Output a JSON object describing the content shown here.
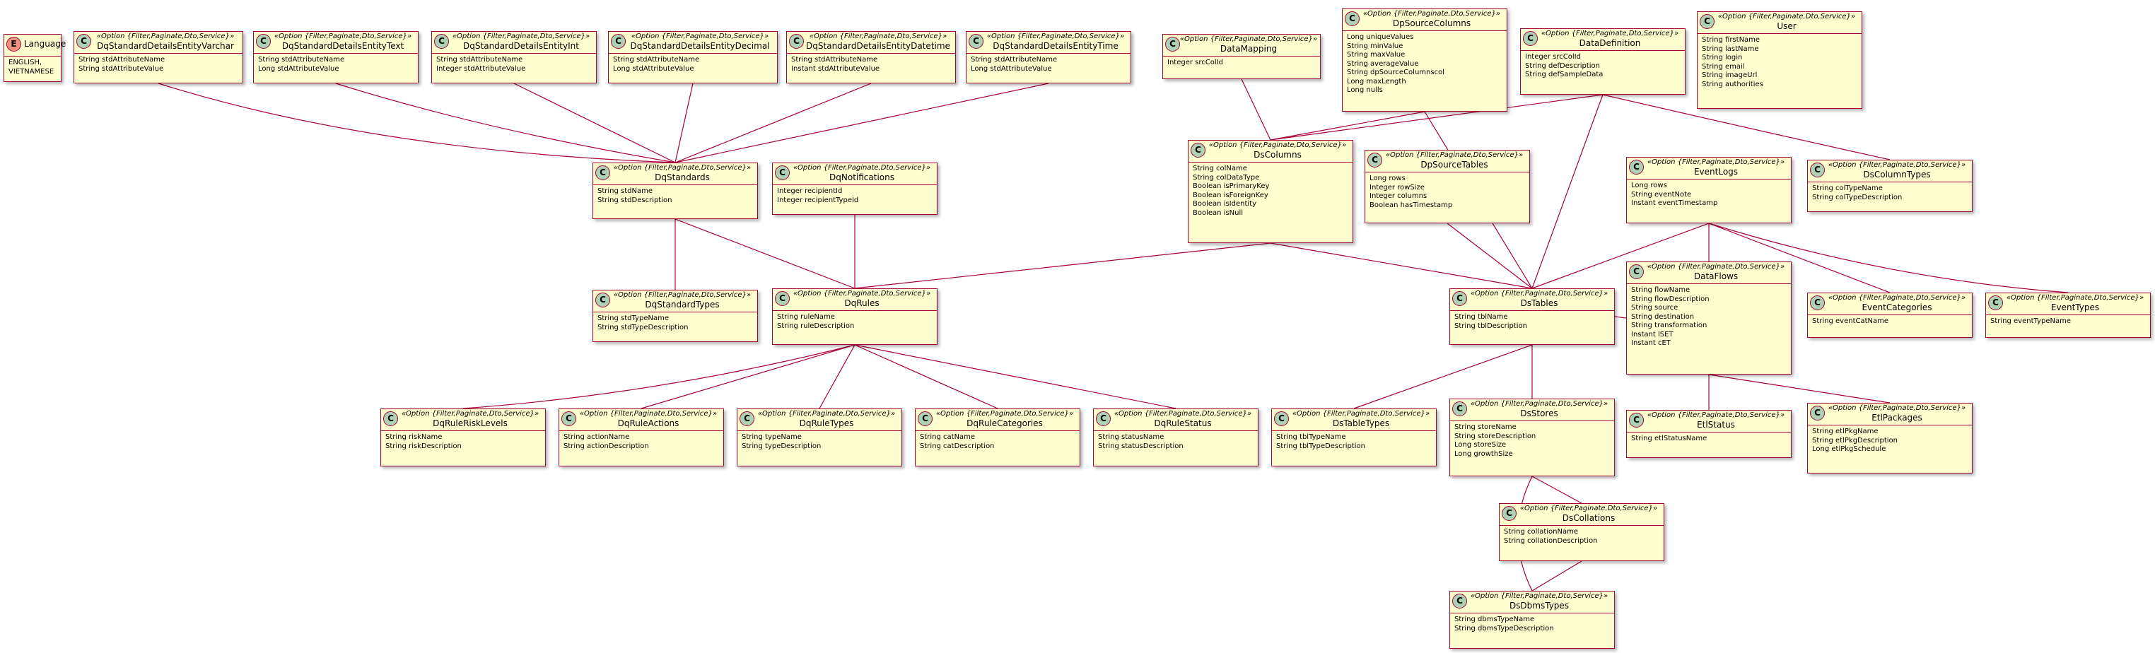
{
  "diagram": {
    "colors": {
      "class_fill": "#fefece",
      "class_border": "#a80036",
      "class_badge": "#add1b2",
      "enum_badge": "#eb937f",
      "edge": "#a80036"
    },
    "classes": [
      {
        "id": "Language",
        "kind": "enum",
        "badge": "E",
        "name": "Language",
        "stereotype": "",
        "attributes": [
          "ENGLISH,",
          "VIETNAMESE"
        ]
      },
      {
        "id": "DqStandardDetailsEntityVarchar",
        "kind": "class",
        "badge": "C",
        "name": "DqStandardDetailsEntityVarchar",
        "stereotype": "«Option {Filter,Paginate,Dto,Service}»",
        "attributes": [
          "String stdAttributeName",
          "String stdAttributeValue"
        ]
      },
      {
        "id": "DqStandardDetailsEntityText",
        "kind": "class",
        "badge": "C",
        "name": "DqStandardDetailsEntityText",
        "stereotype": "«Option {Filter,Paginate,Dto,Service}»",
        "attributes": [
          "String stdAttributeName",
          "Long stdAttributeValue"
        ]
      },
      {
        "id": "DqStandardDetailsEntityInt",
        "kind": "class",
        "badge": "C",
        "name": "DqStandardDetailsEntityInt",
        "stereotype": "«Option {Filter,Paginate,Dto,Service}»",
        "attributes": [
          "String stdAttributeName",
          "Integer stdAttributeValue"
        ]
      },
      {
        "id": "DqStandardDetailsEntityDecimal",
        "kind": "class",
        "badge": "C",
        "name": "DqStandardDetailsEntityDecimal",
        "stereotype": "«Option {Filter,Paginate,Dto,Service}»",
        "attributes": [
          "String stdAttributeName",
          "Long stdAttributeValue"
        ]
      },
      {
        "id": "DqStandardDetailsEntityDatetime",
        "kind": "class",
        "badge": "C",
        "name": "DqStandardDetailsEntityDatetime",
        "stereotype": "«Option {Filter,Paginate,Dto,Service}»",
        "attributes": [
          "String stdAttributeName",
          "Instant stdAttributeValue"
        ]
      },
      {
        "id": "DqStandardDetailsEntityTime",
        "kind": "class",
        "badge": "C",
        "name": "DqStandardDetailsEntityTime",
        "stereotype": "«Option {Filter,Paginate,Dto,Service}»",
        "attributes": [
          "String stdAttributeName",
          "Long stdAttributeValue"
        ]
      },
      {
        "id": "DataMapping",
        "kind": "class",
        "badge": "C",
        "name": "DataMapping",
        "stereotype": "«Option {Filter,Paginate,Dto,Service}»",
        "attributes": [
          "Integer srcColId"
        ]
      },
      {
        "id": "DpSourceColumns",
        "kind": "class",
        "badge": "C",
        "name": "DpSourceColumns",
        "stereotype": "«Option {Filter,Paginate,Dto,Service}»",
        "attributes": [
          "Long uniqueValues",
          "String minValue",
          "String maxValue",
          "String averageValue",
          "String dpSourceColumnscol",
          "Long maxLength",
          "Long nulls"
        ]
      },
      {
        "id": "DataDefinition",
        "kind": "class",
        "badge": "C",
        "name": "DataDefinition",
        "stereotype": "«Option {Filter,Paginate,Dto,Service}»",
        "attributes": [
          "Integer srcColId",
          "String defDescription",
          "String defSampleData"
        ]
      },
      {
        "id": "User",
        "kind": "class",
        "badge": "C",
        "name": "User",
        "stereotype": "«Option {Filter,Paginate,Dto,Service}»",
        "attributes": [
          "String firstName",
          "String lastName",
          "String login",
          "String email",
          "String imageUrl",
          "String authorities"
        ]
      },
      {
        "id": "DqStandards",
        "kind": "class",
        "badge": "C",
        "name": "DqStandards",
        "stereotype": "«Option {Filter,Paginate,Dto,Service}»",
        "attributes": [
          "String stdName",
          "String stdDescription"
        ]
      },
      {
        "id": "DqNotifications",
        "kind": "class",
        "badge": "C",
        "name": "DqNotifications",
        "stereotype": "«Option {Filter,Paginate,Dto,Service}»",
        "attributes": [
          "Integer recipientId",
          "Integer recipientTypeId"
        ]
      },
      {
        "id": "DsColumns",
        "kind": "class",
        "badge": "C",
        "name": "DsColumns",
        "stereotype": "«Option {Filter,Paginate,Dto,Service}»",
        "attributes": [
          "String colName",
          "String colDataType",
          "Boolean isPrimaryKey",
          "Boolean isForeignKey",
          "Boolean isIdentity",
          "Boolean isNull"
        ]
      },
      {
        "id": "DpSourceTables",
        "kind": "class",
        "badge": "C",
        "name": "DpSourceTables",
        "stereotype": "«Option {Filter,Paginate,Dto,Service}»",
        "attributes": [
          "Long rows",
          "Integer rowSize",
          "Integer columns",
          "Boolean hasTimestamp"
        ]
      },
      {
        "id": "EventLogs",
        "kind": "class",
        "badge": "C",
        "name": "EventLogs",
        "stereotype": "«Option {Filter,Paginate,Dto,Service}»",
        "attributes": [
          "Long rows",
          "String eventNote",
          "Instant eventTimestamp"
        ]
      },
      {
        "id": "DsColumnTypes",
        "kind": "class",
        "badge": "C",
        "name": "DsColumnTypes",
        "stereotype": "«Option {Filter,Paginate,Dto,Service}»",
        "attributes": [
          "String colTypeName",
          "String colTypeDescription"
        ]
      },
      {
        "id": "DqStandardTypes",
        "kind": "class",
        "badge": "C",
        "name": "DqStandardTypes",
        "stereotype": "«Option {Filter,Paginate,Dto,Service}»",
        "attributes": [
          "String stdTypeName",
          "String stdTypeDescription"
        ]
      },
      {
        "id": "DqRules",
        "kind": "class",
        "badge": "C",
        "name": "DqRules",
        "stereotype": "«Option {Filter,Paginate,Dto,Service}»",
        "attributes": [
          "String ruleName",
          "String ruleDescription"
        ]
      },
      {
        "id": "DsTables",
        "kind": "class",
        "badge": "C",
        "name": "DsTables",
        "stereotype": "«Option {Filter,Paginate,Dto,Service}»",
        "attributes": [
          "String tblName",
          "String tblDescription"
        ]
      },
      {
        "id": "DataFlows",
        "kind": "class",
        "badge": "C",
        "name": "DataFlows",
        "stereotype": "«Option {Filter,Paginate,Dto,Service}»",
        "attributes": [
          "String flowName",
          "String flowDescription",
          "String source",
          "String destination",
          "String transformation",
          "Instant lSET",
          "Instant cET"
        ]
      },
      {
        "id": "EventCategories",
        "kind": "class",
        "badge": "C",
        "name": "EventCategories",
        "stereotype": "«Option {Filter,Paginate,Dto,Service}»",
        "attributes": [
          "String eventCatName"
        ]
      },
      {
        "id": "EventTypes",
        "kind": "class",
        "badge": "C",
        "name": "EventTypes",
        "stereotype": "«Option {Filter,Paginate,Dto,Service}»",
        "attributes": [
          "String eventTypeName"
        ]
      },
      {
        "id": "DqRuleRiskLevels",
        "kind": "class",
        "badge": "C",
        "name": "DqRuleRiskLevels",
        "stereotype": "«Option {Filter,Paginate,Dto,Service}»",
        "attributes": [
          "String riskName",
          "String riskDescription"
        ]
      },
      {
        "id": "DqRuleActions",
        "kind": "class",
        "badge": "C",
        "name": "DqRuleActions",
        "stereotype": "«Option {Filter,Paginate,Dto,Service}»",
        "attributes": [
          "String actionName",
          "String actionDescription"
        ]
      },
      {
        "id": "DqRuleTypes",
        "kind": "class",
        "badge": "C",
        "name": "DqRuleTypes",
        "stereotype": "«Option {Filter,Paginate,Dto,Service}»",
        "attributes": [
          "String typeName",
          "String typeDescription"
        ]
      },
      {
        "id": "DqRuleCategories",
        "kind": "class",
        "badge": "C",
        "name": "DqRuleCategories",
        "stereotype": "«Option {Filter,Paginate,Dto,Service}»",
        "attributes": [
          "String catName",
          "String catDescription"
        ]
      },
      {
        "id": "DqRuleStatus",
        "kind": "class",
        "badge": "C",
        "name": "DqRuleStatus",
        "stereotype": "«Option {Filter,Paginate,Dto,Service}»",
        "attributes": [
          "String statusName",
          "String statusDescription"
        ]
      },
      {
        "id": "DsTableTypes",
        "kind": "class",
        "badge": "C",
        "name": "DsTableTypes",
        "stereotype": "«Option {Filter,Paginate,Dto,Service}»",
        "attributes": [
          "String tblTypeName",
          "String tblTypeDescription"
        ]
      },
      {
        "id": "DsStores",
        "kind": "class",
        "badge": "C",
        "name": "DsStores",
        "stereotype": "«Option {Filter,Paginate,Dto,Service}»",
        "attributes": [
          "String storeName",
          "String storeDescription",
          "Long storeSize",
          "Long growthSize"
        ]
      },
      {
        "id": "EtlStatus",
        "kind": "class",
        "badge": "C",
        "name": "EtlStatus",
        "stereotype": "«Option {Filter,Paginate,Dto,Service}»",
        "attributes": [
          "String etlStatusName"
        ]
      },
      {
        "id": "EtlPackages",
        "kind": "class",
        "badge": "C",
        "name": "EtlPackages",
        "stereotype": "«Option {Filter,Paginate,Dto,Service}»",
        "attributes": [
          "String etlPkgName",
          "String etlPkgDescription",
          "Long etlPkgSchedule"
        ]
      },
      {
        "id": "DsCollations",
        "kind": "class",
        "badge": "C",
        "name": "DsCollations",
        "stereotype": "«Option {Filter,Paginate,Dto,Service}»",
        "attributes": [
          "String collationName",
          "String collationDescription"
        ]
      },
      {
        "id": "DsDbmsTypes",
        "kind": "class",
        "badge": "C",
        "name": "DsDbmsTypes",
        "stereotype": "«Option {Filter,Paginate,Dto,Service}»",
        "attributes": [
          "String dbmsTypeName",
          "String dbmsTypeDescription"
        ]
      }
    ],
    "relations": [
      [
        "DqStandardDetailsEntityVarchar",
        "DqStandards"
      ],
      [
        "DqStandardDetailsEntityText",
        "DqStandards"
      ],
      [
        "DqStandardDetailsEntityInt",
        "DqStandards"
      ],
      [
        "DqStandardDetailsEntityDecimal",
        "DqStandards"
      ],
      [
        "DqStandardDetailsEntityDatetime",
        "DqStandards"
      ],
      [
        "DqStandardDetailsEntityTime",
        "DqStandards"
      ],
      [
        "DqStandards",
        "DqStandardTypes"
      ],
      [
        "DqStandards",
        "DqRules"
      ],
      [
        "DqNotifications",
        "DqRules"
      ],
      [
        "DsColumns",
        "DqRules"
      ],
      [
        "DqRules",
        "DqRuleRiskLevels"
      ],
      [
        "DqRules",
        "DqRuleActions"
      ],
      [
        "DqRules",
        "DqRuleTypes"
      ],
      [
        "DqRules",
        "DqRuleCategories"
      ],
      [
        "DqRules",
        "DqRuleStatus"
      ],
      [
        "DataMapping",
        "DsColumns"
      ],
      [
        "DpSourceColumns",
        "DsColumns"
      ],
      [
        "DataDefinition",
        "DsColumns"
      ],
      [
        "DpSourceColumns",
        "DsTables"
      ],
      [
        "DataDefinition",
        "DsTables"
      ],
      [
        "DataDefinition",
        "DsColumnTypes"
      ],
      [
        "DsColumns",
        "DsTables"
      ],
      [
        "DpSourceTables",
        "DsTables"
      ],
      [
        "EventLogs",
        "DsTables"
      ],
      [
        "EventLogs",
        "DataFlows"
      ],
      [
        "EventLogs",
        "EventCategories"
      ],
      [
        "EventLogs",
        "EventTypes"
      ],
      [
        "DataFlows",
        "DsTables"
      ],
      [
        "DataFlows",
        "EtlStatus"
      ],
      [
        "DataFlows",
        "EtlPackages"
      ],
      [
        "DsTables",
        "DsTableTypes"
      ],
      [
        "DsTables",
        "DsStores"
      ],
      [
        "DsStores",
        "DsCollations"
      ],
      [
        "DsCollations",
        "DsDbmsTypes"
      ],
      [
        "DsStores",
        "DsDbmsTypes"
      ]
    ]
  }
}
